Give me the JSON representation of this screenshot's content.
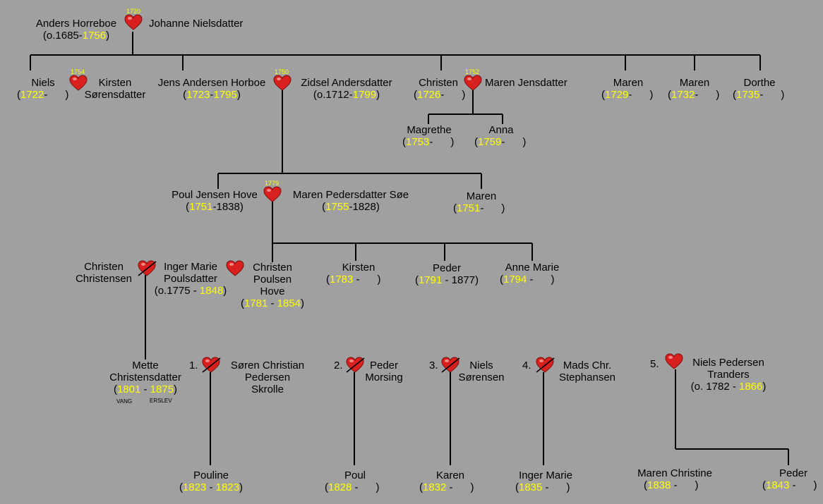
{
  "couples": {
    "gen1": {
      "husband": "Anders Horreboe",
      "husband_dates_pre": "(o.1685-",
      "husband_death": "1756",
      "husband_dates_post": ")",
      "wife": "Johanne Nielsdatter",
      "marriage_year": "1720"
    },
    "niels_kirsten": {
      "husband": "Niels",
      "husband_birth": "1722",
      "wife": "Kirsten",
      "wife_line2": "Sørensdatter",
      "marriage_year": "1754"
    },
    "jens_zidsel": {
      "husband": "Jens Andersen Horboe",
      "husband_birth": "1723",
      "husband_death": "1795",
      "wife": "Zidsel Andersdatter",
      "wife_dates_pre": "(o.1712-",
      "wife_death": "1799",
      "marriage_year": "1750"
    },
    "christen_maren": {
      "husband": "Christen",
      "husband_birth": "1726",
      "wife": "Maren Jensdatter",
      "marriage_year": "1752"
    },
    "poul_maren": {
      "husband": "Poul Jensen Hove",
      "husband_birth": "1751",
      "husband_death": "-1838)",
      "wife": "Maren Pedersdatter Søe",
      "wife_birth": "1755",
      "wife_death": "-1828)",
      "marriage_year": "1779"
    },
    "inger": {
      "name_line1": "Inger Marie",
      "name_line2": "Poulsdatter",
      "dates_pre": "(o.1775 - ",
      "death": "1848"
    },
    "christen_christensen": {
      "line1": "Christen",
      "line2": "Christensen"
    },
    "christen_hove": {
      "line1": "Christen",
      "line2": "Poulsen",
      "line3": "Hove",
      "birth": "1781",
      "death": "1854"
    }
  },
  "people": {
    "maren_1729": {
      "name": "Maren",
      "birth": "1729"
    },
    "maren_1732": {
      "name": "Maren",
      "birth": "1732"
    },
    "dorthe": {
      "name": "Dorthe",
      "birth": "1735"
    },
    "magrethe": {
      "name": "Magrethe",
      "birth": "1753"
    },
    "anna": {
      "name": "Anna",
      "birth": "1759"
    },
    "maren_1751": {
      "name": "Maren",
      "birth": "1751"
    },
    "kirsten_1783": {
      "name": "Kirsten",
      "birth": "1783"
    },
    "peder_1791": {
      "name": "Peder",
      "birth": "1791",
      "death": " - 1877)"
    },
    "anne_marie": {
      "name": "Anne Marie",
      "birth": "1794"
    },
    "mette": {
      "line1": "Mette",
      "line2": "Christensdatter",
      "birth": "1801",
      "death": "1875",
      "place_birth": "VANG",
      "place_death": "ERSLEV"
    },
    "pouline": {
      "name": "Pouline",
      "birth": "1823",
      "death": "1823"
    },
    "poul": {
      "name": "Poul",
      "birth": "1828"
    },
    "karen": {
      "name": "Karen",
      "birth": "1832"
    },
    "inger_marie_1835": {
      "name": "Inger Marie",
      "birth": "1835"
    },
    "maren_christine": {
      "name": "Maren Christine",
      "birth": "1838"
    },
    "peder_1843": {
      "name": "Peder",
      "birth": "1843"
    }
  },
  "marriages": {
    "m1": {
      "num": "1.",
      "line1": "Søren Christian",
      "line2": "Pedersen",
      "line3": "Skrolle"
    },
    "m2": {
      "num": "2.",
      "line1": "Peder",
      "line2": "Morsing"
    },
    "m3": {
      "num": "3.",
      "line1": "Niels",
      "line2": "Sørensen"
    },
    "m4": {
      "num": "4.",
      "line1": "Mads Chr.",
      "line2": "Stephansen"
    },
    "m5": {
      "num": "5.",
      "line1": "Niels Pedersen",
      "line2": "Tranders",
      "dates_pre": "(o. 1782 - ",
      "death": "1866"
    }
  },
  "symbols": {
    "paren_open": "(",
    "paren_close": ")",
    "dash": "-",
    "dash_spaced": " - ",
    "open_end": "-      )"
  },
  "colors": {
    "background": "#a0a0a0",
    "year_highlight": "#ffff00",
    "heart": "#d8201e",
    "lines": "#000000"
  },
  "icons": {
    "marriage": "heart-icon",
    "divorce": "broken-heart-icon"
  }
}
